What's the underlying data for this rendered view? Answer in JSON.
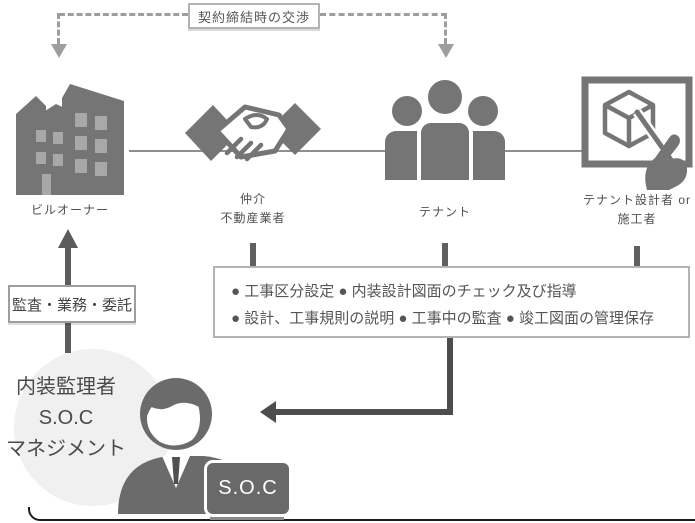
{
  "colors": {
    "icon_gray": "#757575",
    "connector_gray": "#8f8f8f",
    "dash_gray": "#9e9e9e",
    "arrow_dark": "#4d4d4d",
    "label_text": "#4f4f4f",
    "box_border": "#b3b3b3",
    "circle_bg": "#f0f0f0",
    "badge_bg": "#696969",
    "badge_text": "#ffffff"
  },
  "negotiation_box": {
    "label": "契約締結時の交渉"
  },
  "actors": {
    "owner": {
      "label": "ビルオーナー"
    },
    "broker": {
      "label_line1": "仲介",
      "label_line2": "不動産業者"
    },
    "tenant": {
      "label": "テナント"
    },
    "designer": {
      "label_line1": "テナント設計者 or",
      "label_line2": "施工者"
    }
  },
  "audit_box": {
    "label": "監査・業務・委託"
  },
  "services_box": {
    "line1": "● 工事区分設定 ● 内装設計図面のチェック及び指導",
    "line2": "● 設計、工事規則の説明 ● 工事中の監査 ● 竣工図面の管理保存"
  },
  "supervisor": {
    "name_line1": "内装監理者",
    "name_line2": "S.O.C",
    "name_line3": "マネジメント",
    "badge_label": "S.O.C"
  }
}
